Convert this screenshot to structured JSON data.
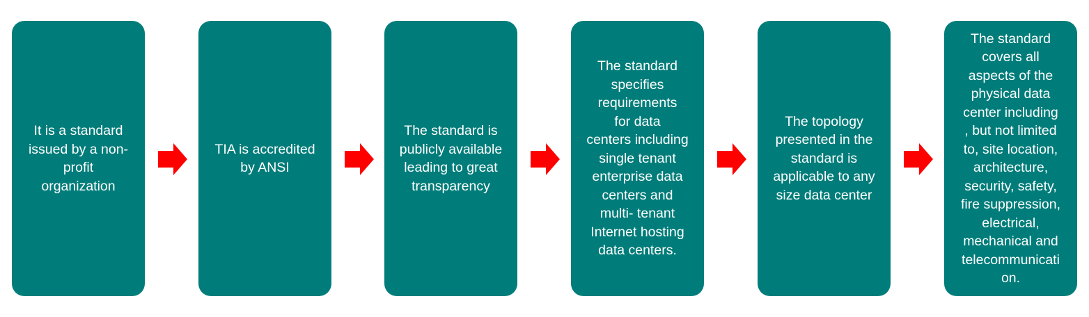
{
  "colors": {
    "box_fill": "#007d7a",
    "box_text": "#ffffff",
    "arrow": "#ff0000"
  },
  "steps": [
    {
      "text": "It is a standard\nissued by a non-\nprofit\norganization"
    },
    {
      "text": "TIA is accredited\nby ANSI"
    },
    {
      "text": "The standard is\npublicly available\nleading to great\ntransparency"
    },
    {
      "text": "The standard\nspecifies\nrequirements\nfor data\ncenters including\nsingle tenant\nenterprise data\ncenters and\nmulti- tenant\nInternet hosting\ndata centers."
    },
    {
      "text": "The topology\npresented in the\nstandard is\napplicable to any\nsize data center"
    },
    {
      "text": "The standard\ncovers all\naspects of the\nphysical data\ncenter including\n, but not limited\nto, site location,\narchitecture,\nsecurity, safety,\nfire suppression,\nelectrical,\nmechanical and\ntelecommunicati\non."
    }
  ],
  "connector_icon": "right-arrow-icon"
}
